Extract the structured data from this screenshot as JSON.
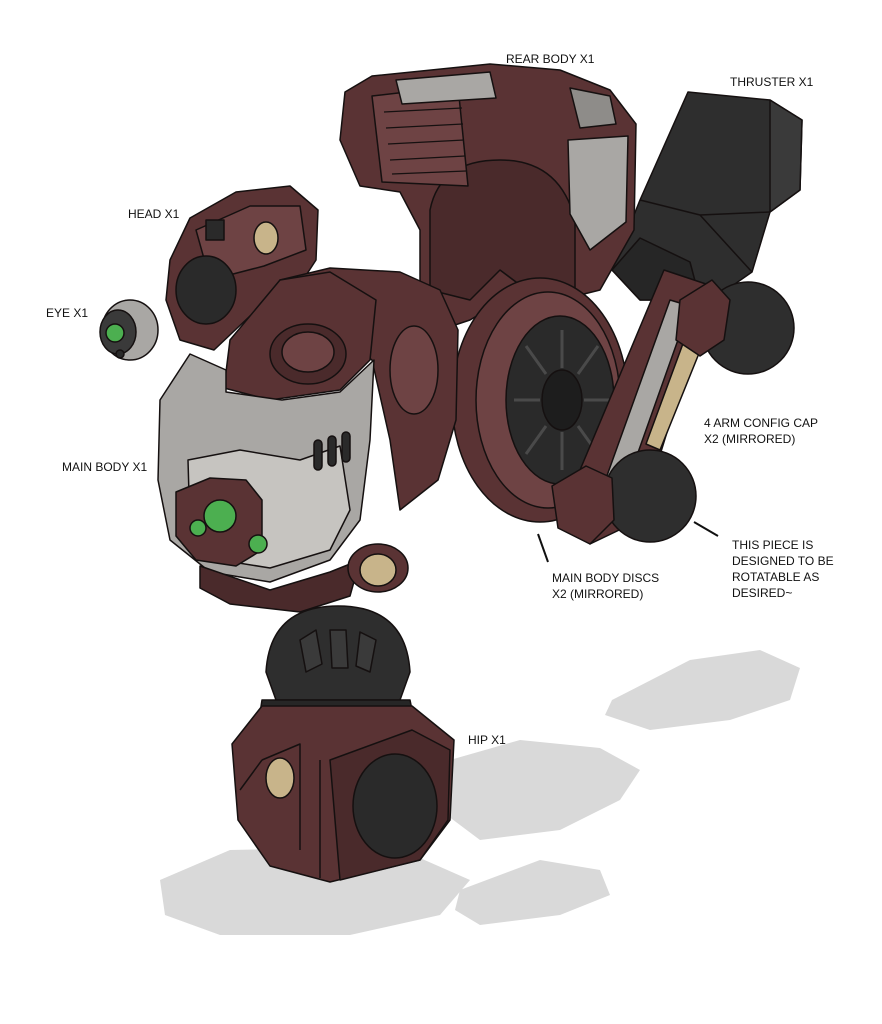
{
  "labels": {
    "rear_body": "REAR BODY X1",
    "thruster": "THRUSTER X1",
    "head": "HEAD X1",
    "eye": "EYE X1",
    "main_body": "MAIN BODY X1",
    "arm_cap_line1": "4 ARM CONFIG CAP",
    "arm_cap_line2": "X2 (MIRRORED)",
    "rotatable_line1": "THIS PIECE IS",
    "rotatable_line2": "DESIGNED TO BE",
    "rotatable_line3": "ROTATABLE AS",
    "rotatable_line4": "DESIRED~",
    "discs_line1": "MAIN BODY DISCS",
    "discs_line2": "X2 (MIRRORED)",
    "hip": "HIP X1"
  },
  "colors": {
    "maroon": "#5a3334",
    "maroon_light": "#6e4344",
    "maroon_dark": "#3e2223",
    "grey_plate": "#a9a7a4",
    "grey_light": "#c6c4c0",
    "black_part": "#2a2a2a",
    "black_light": "#3a3a3a",
    "tan": "#c8b48a",
    "green": "#4caf50",
    "shadow": "#d6d6d6",
    "outline": "#151010"
  }
}
